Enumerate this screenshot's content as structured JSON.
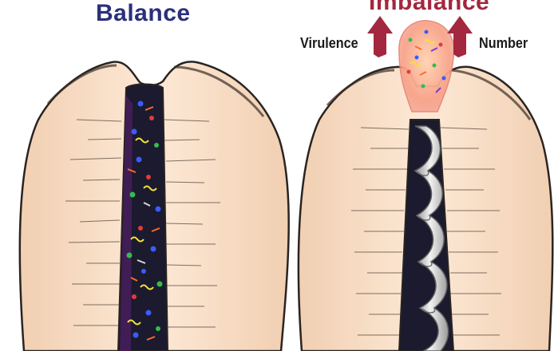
{
  "left_panel": {
    "title": "Balance"
  },
  "right_panel": {
    "title": "Imbalance",
    "left_arrow_label": "Virulence",
    "right_arrow_label": "Number"
  },
  "colors": {
    "tooth": "#fbe3cc",
    "outline": "#2a2420",
    "root_canal": "#1b1a2e",
    "balance_title": "#2b2f7a",
    "imbalance_title": "#a3273e",
    "arrow": "#a3273e"
  }
}
